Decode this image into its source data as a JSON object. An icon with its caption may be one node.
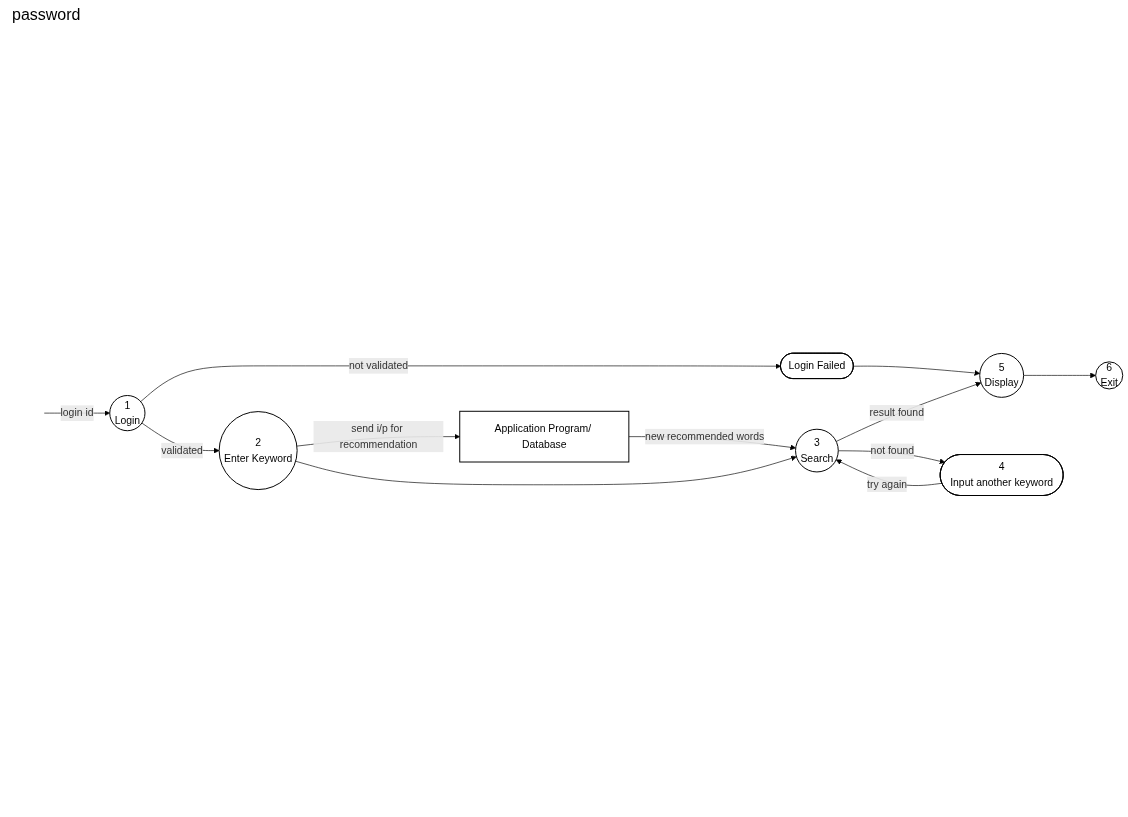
{
  "diagram": {
    "nodes": [
      {
        "text": [
          "1",
          "Login"
        ]
      },
      {
        "text": [
          "Login Failed"
        ]
      },
      {
        "text": [
          "2",
          "Enter Keyword"
        ]
      },
      {
        "text": [
          "Application Program/ Database"
        ]
      },
      {
        "text": [
          "3",
          "Search"
        ]
      },
      {
        "text": [
          "4",
          "Input another keyword"
        ]
      },
      {
        "text": [
          "5",
          "Display"
        ]
      },
      {
        "text": [
          "6",
          "Exit"
        ]
      }
    ],
    "edges": [
      {
        "from": null,
        "to": 0,
        "arrow": "to",
        "label": "login id"
      },
      {
        "from": 0,
        "to": 1,
        "arrow": "to",
        "label": "not validated"
      },
      {
        "from": 0,
        "to": 2,
        "arrow": "to",
        "label": "validated"
      },
      {
        "from": 1,
        "to": 6,
        "arrow": "to"
      },
      {
        "from": 2,
        "to": 3,
        "arrow": "to",
        "label": "send i/p for recommendation"
      },
      {
        "from": 3,
        "to": 4,
        "arrow": "to",
        "label": "new recommended words"
      },
      {
        "from": 2,
        "to": 4,
        "arrow": "to"
      },
      {
        "from": 4,
        "to": 6,
        "arrow": "to",
        "label": "result found"
      },
      {
        "from": 4,
        "to": 5,
        "arrow": "to",
        "label": "not found"
      },
      {
        "from": 5,
        "to": 4,
        "arrow": "to",
        "label": "try again"
      },
      {
        "from": 6,
        "to": 7,
        "arrow": "to"
      }
    ],
    "labels": [
      "password"
    ]
  }
}
